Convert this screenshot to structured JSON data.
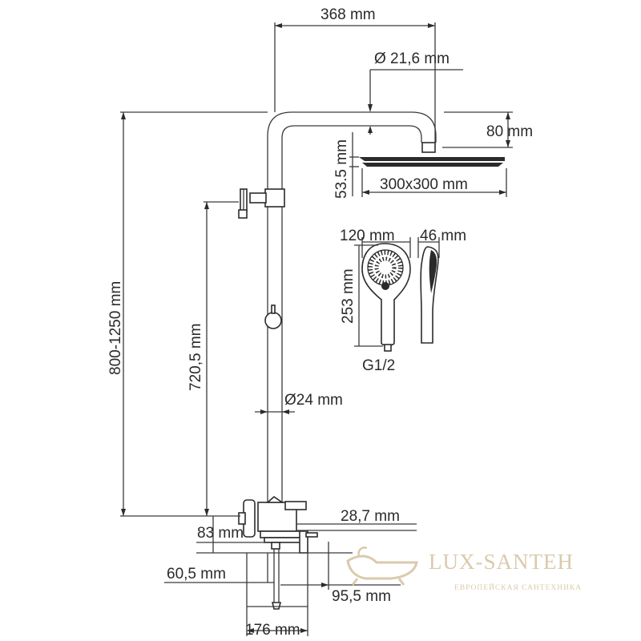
{
  "dimensions": {
    "top_width": "368 mm",
    "pipe_diameter_top": "Ø 21,6 mm",
    "head_drop": "80 mm",
    "head_height": "53.5 mm",
    "head_size": "300x300 mm",
    "hand_width": "120 mm",
    "hand_depth": "46 mm",
    "hand_length": "253 mm",
    "hand_thread": "G1/2",
    "total_height": "800-1250 mm",
    "rail_height": "720,5 mm",
    "pipe_diameter": "Ø24 mm",
    "mixer_offset": "28,7 mm",
    "mixer_height": "83 mm",
    "spout_height": "60,5 mm",
    "spout_reach": "95,5 mm",
    "base_width": "176 mm"
  },
  "watermark": {
    "brand": "LUX-SANTEH",
    "tagline": "ЕВРОПЕЙСКАЯ САНТЕХНИКА",
    "color": "#d9c8a8"
  }
}
